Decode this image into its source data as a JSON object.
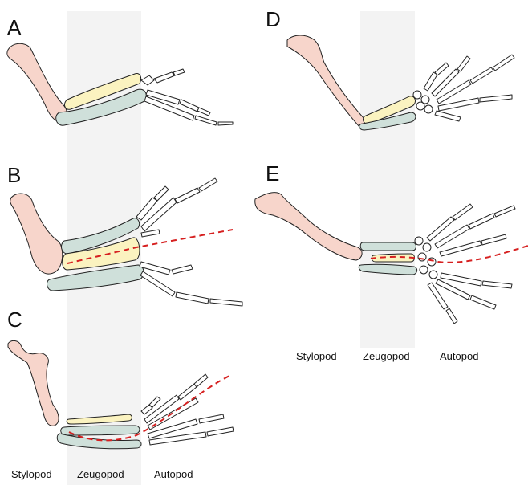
{
  "panels": [
    {
      "letter": "A"
    },
    {
      "letter": "B"
    },
    {
      "letter": "C"
    },
    {
      "letter": "D"
    },
    {
      "letter": "E"
    }
  ],
  "zones": {
    "stylopod": "Stylopod",
    "zeugopod": "Zeugopod",
    "autopod": "Autopod"
  },
  "colors": {
    "stylopod_bone": "#f7d5cb",
    "radius_bone": "#fbf3c0",
    "ulna_bone": "#cfe0da",
    "zeugopod_band": "#f3f3f3",
    "dashed_axis": "#d62020",
    "outline": "#222222"
  }
}
